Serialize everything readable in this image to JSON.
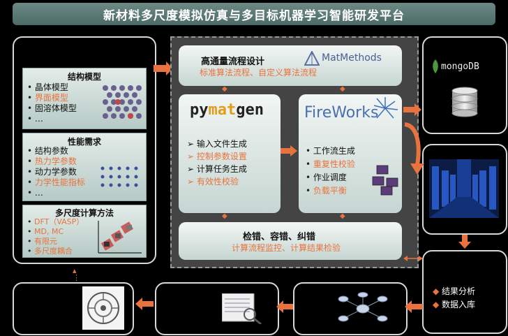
{
  "title": "新材料多尺度模拟仿真与多目标机器学习智能研发平台",
  "left": {
    "structure": {
      "title": "结构模型",
      "items": [
        "晶体模型",
        "界面模型",
        "固溶体模型",
        "…"
      ]
    },
    "performance": {
      "title": "性能需求",
      "items": [
        "结构参数",
        "热力学参数",
        "动力学参数",
        "力学性能指标",
        "…"
      ]
    },
    "multiscale": {
      "title": "多尺度计算方法",
      "items": [
        "DFT（VASP）",
        "MD, MC",
        "有限元",
        "多尺度耦合"
      ]
    }
  },
  "center": {
    "top": {
      "title": "高通量流程设计",
      "subtitle": "标准算法流程、自定义算法流程",
      "logo": "MatMethods"
    },
    "pymatgen": {
      "logo_a": "py",
      "logo_b": "mat",
      "logo_c": "gen",
      "items": [
        "输入文件生成",
        "控制参数设置",
        "计算任务生成",
        "有效性校验"
      ]
    },
    "fireworks": {
      "logo": "FireWorks",
      "items": [
        "工作流生成",
        "重复性校验",
        "作业调度",
        "负载平衡"
      ]
    },
    "bottom": {
      "title": "检错、容错、纠错",
      "subtitle": "计算流程监控、计算结果检验"
    }
  },
  "right": {
    "db_logo": "mongoDB",
    "results": [
      "结果分析",
      "数据入库"
    ]
  }
}
